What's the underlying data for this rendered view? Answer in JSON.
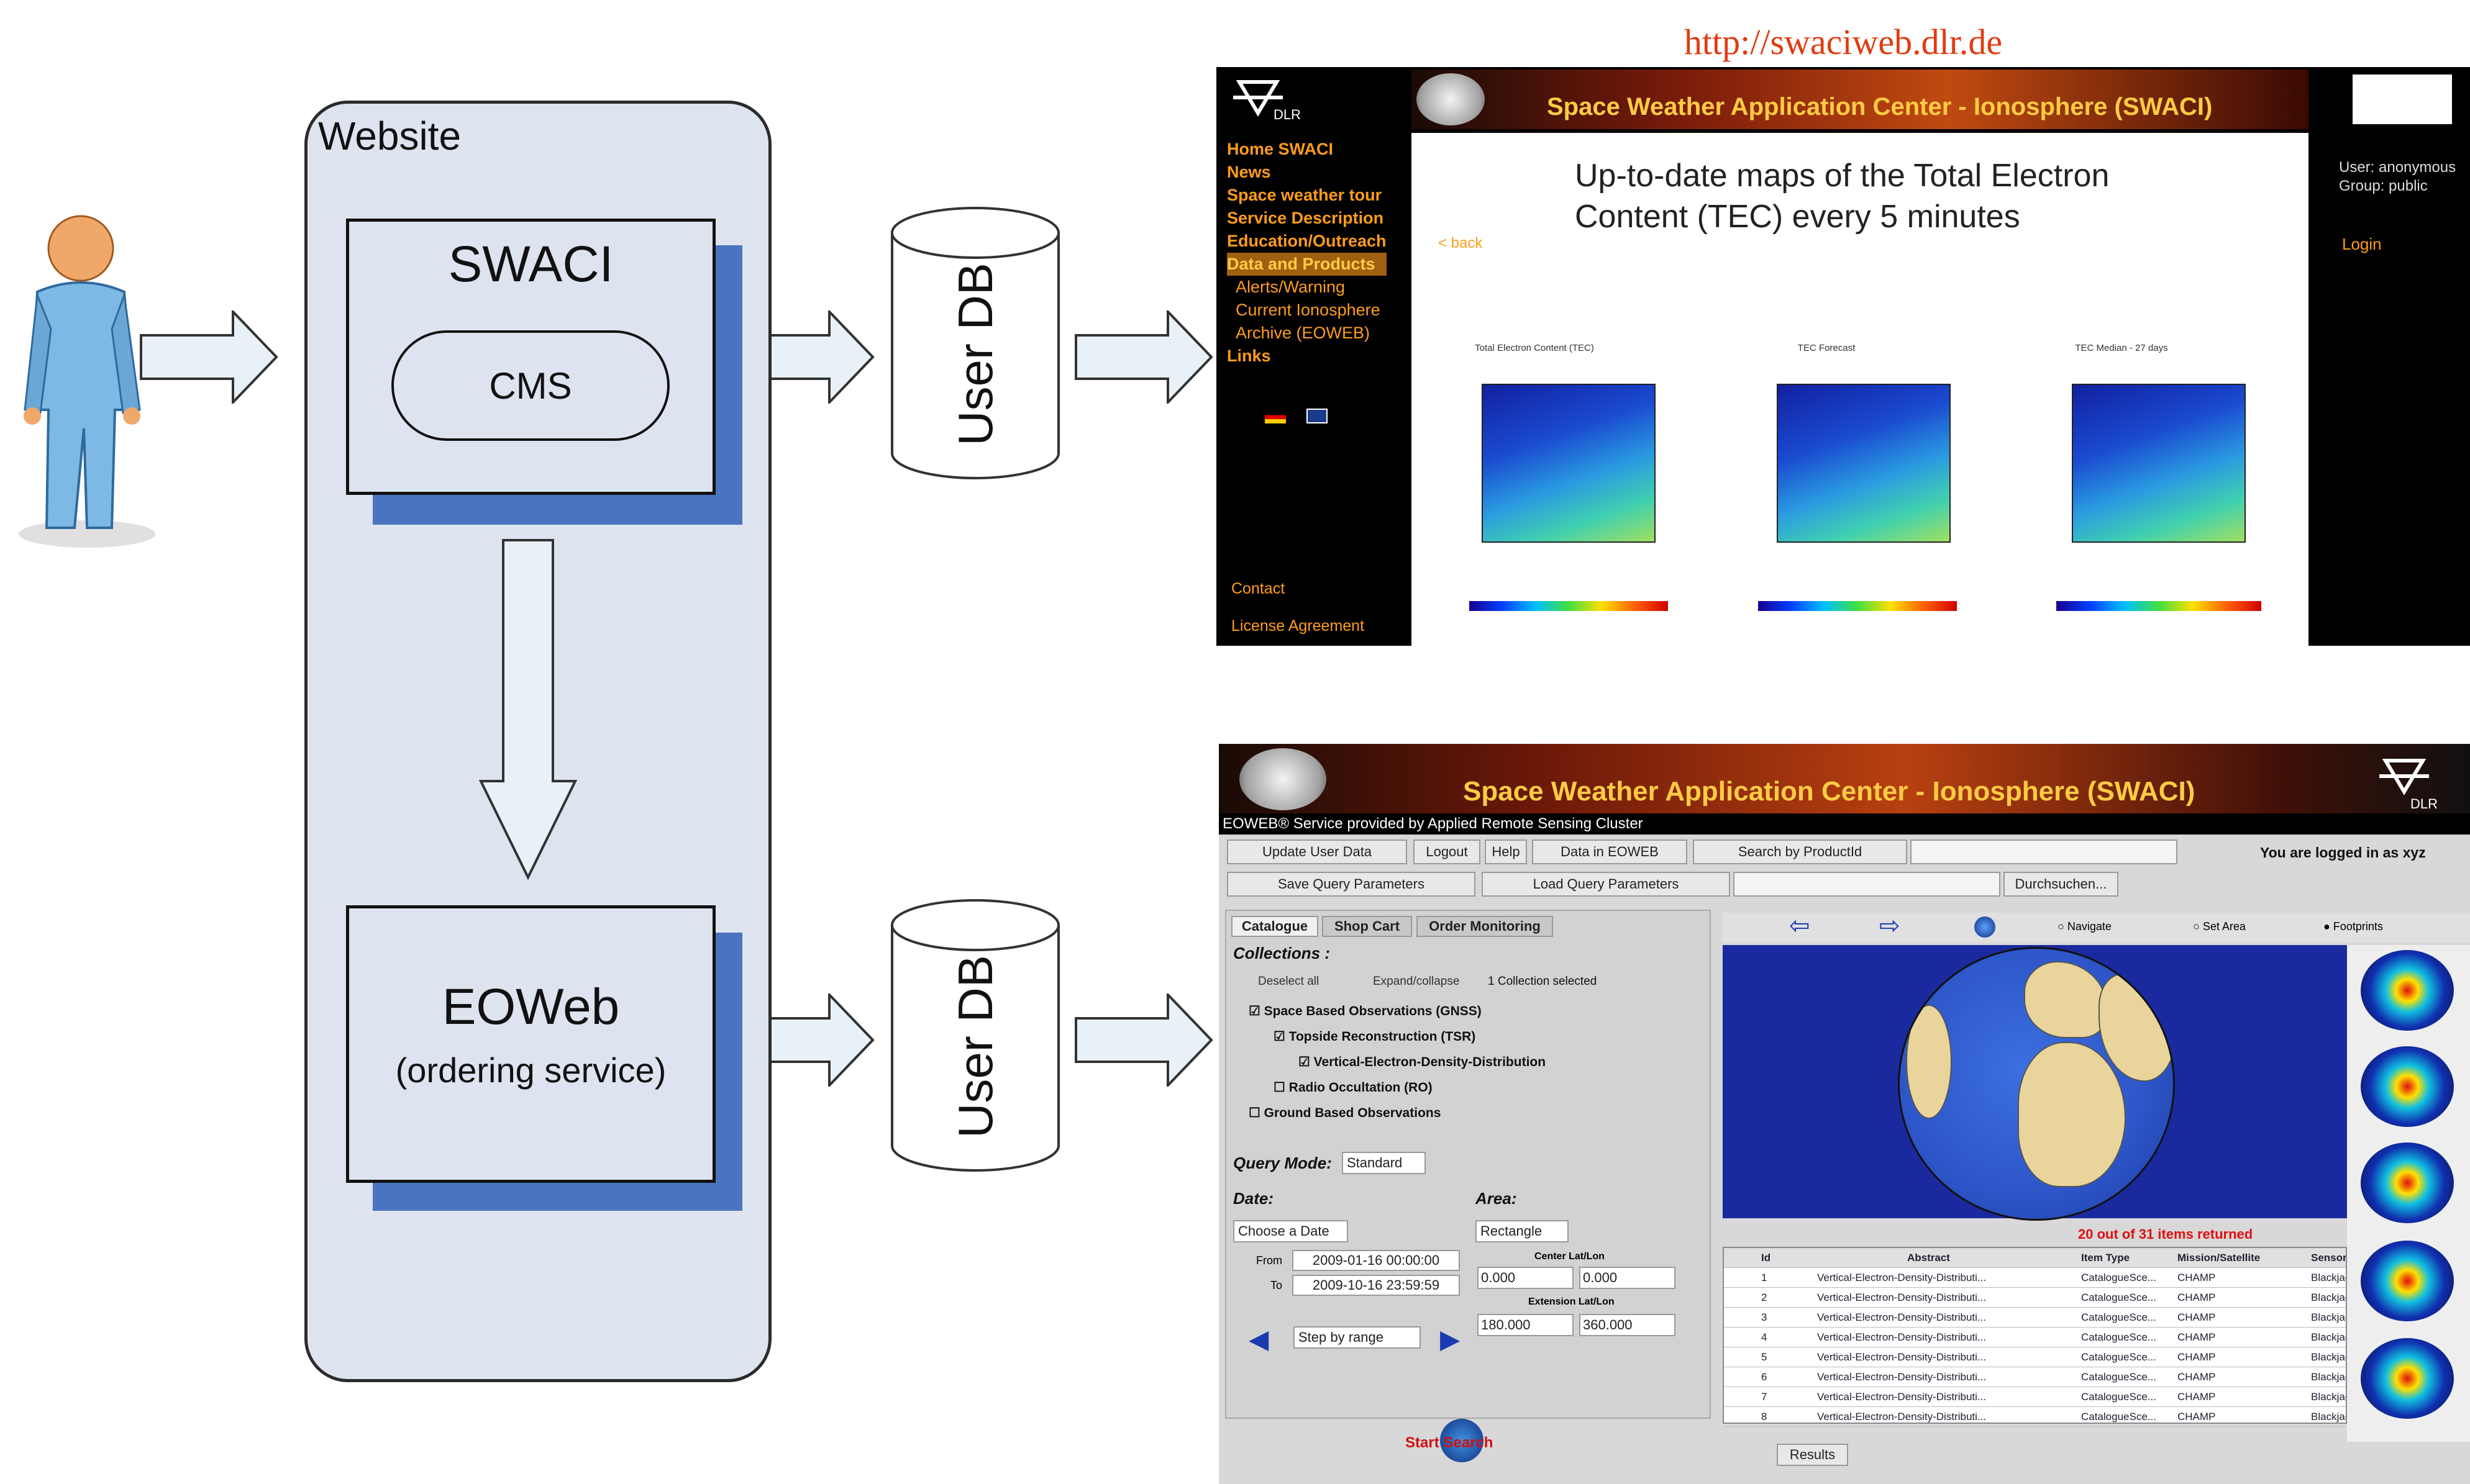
{
  "diagram": {
    "website_label": "Website",
    "swaci_title": "SWACI",
    "cms_label": "CMS",
    "eoweb_title": "EOWeb",
    "eoweb_subtitle": "(ordering service)",
    "userdb_top": "User DB",
    "userdb_bottom": "User DB",
    "colors": {
      "panel": "#dde3ef",
      "shadow": "#4a74c0",
      "arrow_fill": "#e8f1f8"
    }
  },
  "swaciweb": {
    "url": "http://swaciweb.dlr.de",
    "logo": "DLR",
    "banner": "Space Weather Application Center - Ionosphere (SWACI)",
    "nav": [
      "Home SWACI",
      "News",
      "Space weather tour",
      "Service Description",
      "Education/Outreach",
      "Data and Products",
      "Alerts/Warning",
      "Current Ionosphere",
      "Archive (EOWEB)",
      "Links"
    ],
    "caption_line1": "Up-to-date maps of the Total Electron",
    "caption_line2": "Content (TEC) every 5 minutes",
    "back": "< back",
    "user": "User: anonymous",
    "group": "Group: public",
    "login": "Login",
    "contact": "Contact",
    "license": "License Agreement",
    "map_titles": [
      "Total Electron Content (TEC)",
      "TEC Forecast",
      "TEC Median - 27 days"
    ]
  },
  "eoweb": {
    "banner": "Space Weather Application Center - Ionosphere (SWACI)",
    "logo": "DLR",
    "subtitle": "EOWEB® Service provided by Applied Remote Sensing Cluster",
    "buttons_row1": [
      "Update User Data",
      "Logout",
      "Help",
      "Data in EOWEB",
      "Search by ProductId"
    ],
    "buttons_row2": [
      "Save Query Parameters",
      "Load Query Parameters",
      "Durchsuchen..."
    ],
    "logged_in": "You are logged in as xyz",
    "tabs": [
      "Catalogue",
      "Shop Cart",
      "Order Monitoring"
    ],
    "collections_label": "Collections :",
    "deselect": "Deselect all",
    "expand": "Expand/collapse",
    "selected_info": "1 Collection selected",
    "tree": [
      "Space Based Observations (GNSS)",
      "Topside Reconstruction (TSR)",
      "Vertical-Electron-Density-Distribution",
      "Radio Occultation (RO)",
      "Ground Based Observations"
    ],
    "query_mode_label": "Query Mode:",
    "query_mode": "Standard",
    "date_label": "Date:",
    "area_label": "Area:",
    "date_choice": "Choose a Date",
    "area_choice": "Rectangle",
    "from_label": "From",
    "to_label": "To",
    "from": "2009-01-16 00:00:00",
    "to": "2009-10-16 23:59:59",
    "center_label": "Center Lat/Lon",
    "center_lat": "0.000",
    "center_lon": "0.000",
    "extension_label": "Extension Lat/Lon",
    "ext_lat": "180.000",
    "ext_lon": "360.000",
    "step": "Step by range",
    "start_search": "Start Search",
    "map_modes": [
      "Navigate",
      "Set Area",
      "Footprints"
    ],
    "result_count": "20 out of 31 items returned",
    "columns": [
      "Id",
      "Abstract",
      "Item Type",
      "Mission/Satellite",
      "Sensor"
    ],
    "rows": [
      [
        "1",
        "Vertical-Electron-Density-Distributi...",
        "CatalogueSce...",
        "CHAMP",
        "Blackjack"
      ],
      [
        "2",
        "Vertical-Electron-Density-Distributi...",
        "CatalogueSce...",
        "CHAMP",
        "Blackjack"
      ],
      [
        "3",
        "Vertical-Electron-Density-Distributi...",
        "CatalogueSce...",
        "CHAMP",
        "Blackjack"
      ],
      [
        "4",
        "Vertical-Electron-Density-Distributi...",
        "CatalogueSce...",
        "CHAMP",
        "Blackjack"
      ],
      [
        "5",
        "Vertical-Electron-Density-Distributi...",
        "CatalogueSce...",
        "CHAMP",
        "Blackjack"
      ],
      [
        "6",
        "Vertical-Electron-Density-Distributi...",
        "CatalogueSce...",
        "CHAMP",
        "Blackjack"
      ],
      [
        "7",
        "Vertical-Electron-Density-Distributi...",
        "CatalogueSce...",
        "CHAMP",
        "Blackjack"
      ],
      [
        "8",
        "Vertical-Electron-Density-Distributi...",
        "CatalogueSce...",
        "CHAMP",
        "Blackjack"
      ]
    ],
    "results_button": "Results"
  }
}
